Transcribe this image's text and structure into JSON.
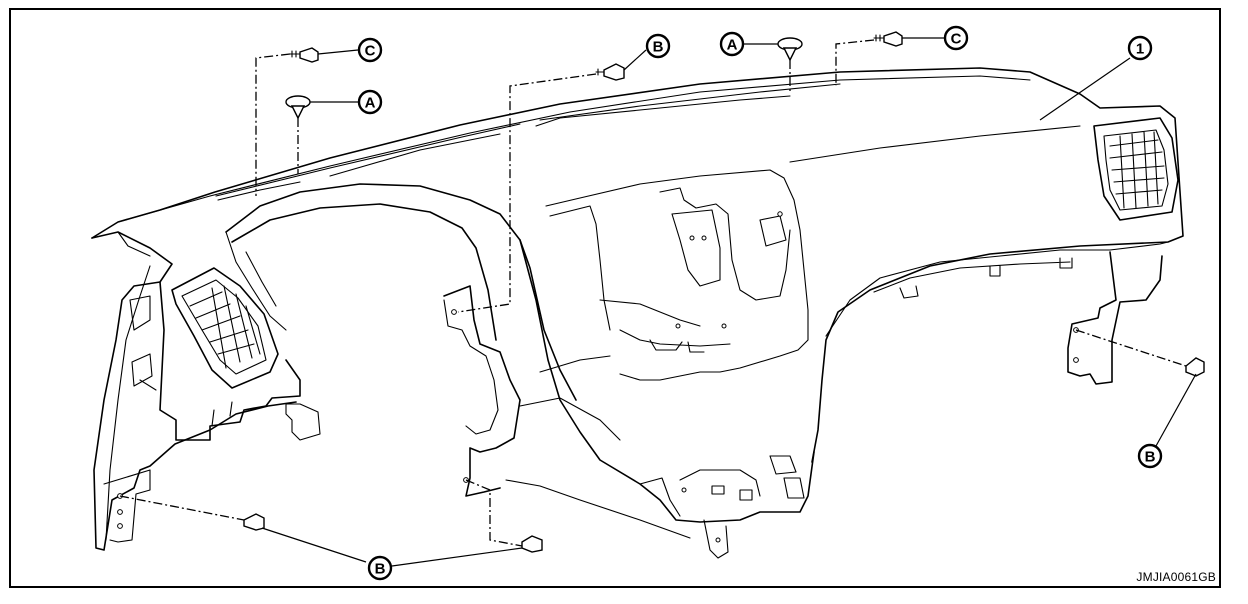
{
  "diagram": {
    "callouts": {
      "c_top_left": "C",
      "a_left": "A",
      "b_top": "B",
      "a_top": "A",
      "c_top_right": "C",
      "part_1": "1",
      "b_right": "B",
      "b_bottom": "B"
    },
    "reference_id": "JMJIA0061GB"
  }
}
